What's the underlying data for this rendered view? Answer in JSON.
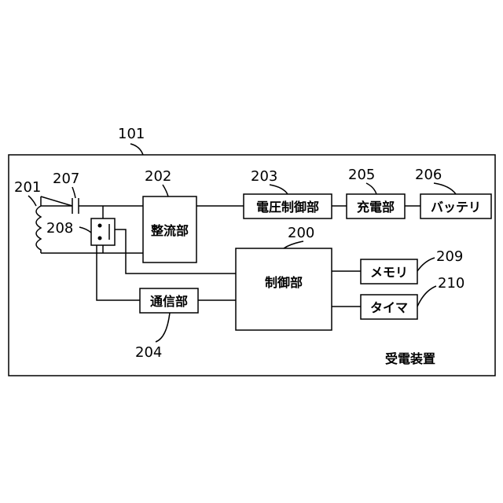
{
  "device": {
    "ref": "101",
    "caption": "受電装置"
  },
  "components": {
    "coil": {
      "ref": "201"
    },
    "capacitor": {
      "ref": "207"
    },
    "switch": {
      "ref": "208"
    },
    "rectifier": {
      "ref": "202",
      "label": "整流部"
    },
    "voltage_control": {
      "ref": "203",
      "label": "電圧制御部"
    },
    "charger": {
      "ref": "205",
      "label": "充電部"
    },
    "battery": {
      "ref": "206",
      "label": "バッテリ"
    },
    "controller": {
      "ref": "200",
      "label": "制御部"
    },
    "communication": {
      "ref": "204",
      "label": "通信部"
    },
    "memory": {
      "ref": "209",
      "label": "メモリ"
    },
    "timer": {
      "ref": "210",
      "label": "タイマ"
    }
  }
}
